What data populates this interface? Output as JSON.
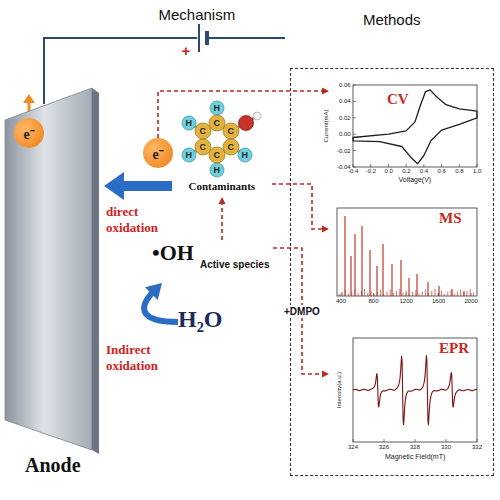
{
  "diagram": {
    "nodes": [
      {
        "text": [
          "Anode"
        ]
      },
      {
        "text": [
          "e⁻"
        ],
        "in": 0
      },
      {
        "text": [
          "e⁻"
        ]
      },
      {
        "text": [
          "Contaminants",
          "C",
          "C",
          "C",
          "C",
          "C",
          "C",
          "H",
          "H",
          "H",
          "H",
          "H"
        ]
      },
      {
        "text": [
          "•OH",
          "Active species"
        ]
      },
      {
        "text": [
          "H₂O"
        ]
      },
      {
        "text": [
          "Methods"
        ]
      },
      {
        "text": [
          "CV",
          "Current(mA)",
          "Voltage(V)",
          "0.06",
          "0.04",
          "0.02",
          "0.00",
          "-0.02",
          "-0.04",
          "-0.4",
          "-0.2",
          "0.0",
          "0.2",
          "0.4",
          "0.6",
          "0.8",
          "1.0"
        ],
        "in": 6
      },
      {
        "text": [
          "MS",
          "400",
          "800",
          "1200",
          "1600",
          "2000"
        ],
        "in": 6
      },
      {
        "text": [
          "EPR",
          "Intensity(a.u.)",
          "Magnetic Field(mT)",
          "324",
          "326",
          "328",
          "330",
          "332"
        ],
        "in": 6
      }
    ],
    "edges": [
      {
        "from": 5,
        "to": 4,
        "arrow": "to"
      },
      {
        "from": 3,
        "to": 0,
        "arrow": "to"
      },
      {
        "from": 4,
        "to": 3,
        "arrow": "to"
      },
      {
        "from": 2,
        "to": 7,
        "arrow": "to"
      },
      {
        "from": 3,
        "to": 8,
        "arrow": "to"
      },
      {
        "from": 4,
        "to": 9,
        "label": "+DMPO",
        "arrow": "to"
      }
    ],
    "labels": [
      "Mechanism",
      "+",
      "direct oxidation",
      "Indirect oxidation"
    ]
  }
}
